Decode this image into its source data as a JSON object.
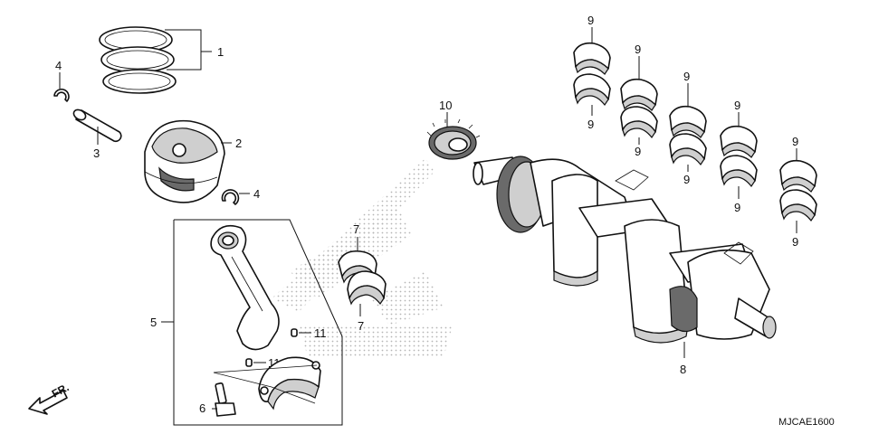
{
  "diagram_code": "MJCAE1600",
  "direction_label": "FR.",
  "colors": {
    "ink": "#111111",
    "shade": "#cfcfcf",
    "dark": "#6a6a6a",
    "watermark": "#b5b5b5"
  },
  "callouts": {
    "piston_ring": "1",
    "piston": "2",
    "piston_pin": "3",
    "clip_top": "4",
    "clip_side": "4",
    "conrod_assy": "5",
    "conrod_bolt": "6",
    "conrod_bearing_top": "7",
    "conrod_bearing_bottom": "7",
    "crankshaft": "8",
    "main_bearing": "9",
    "gear": "10",
    "dowel_upper": "11",
    "dowel_lower": "11"
  }
}
